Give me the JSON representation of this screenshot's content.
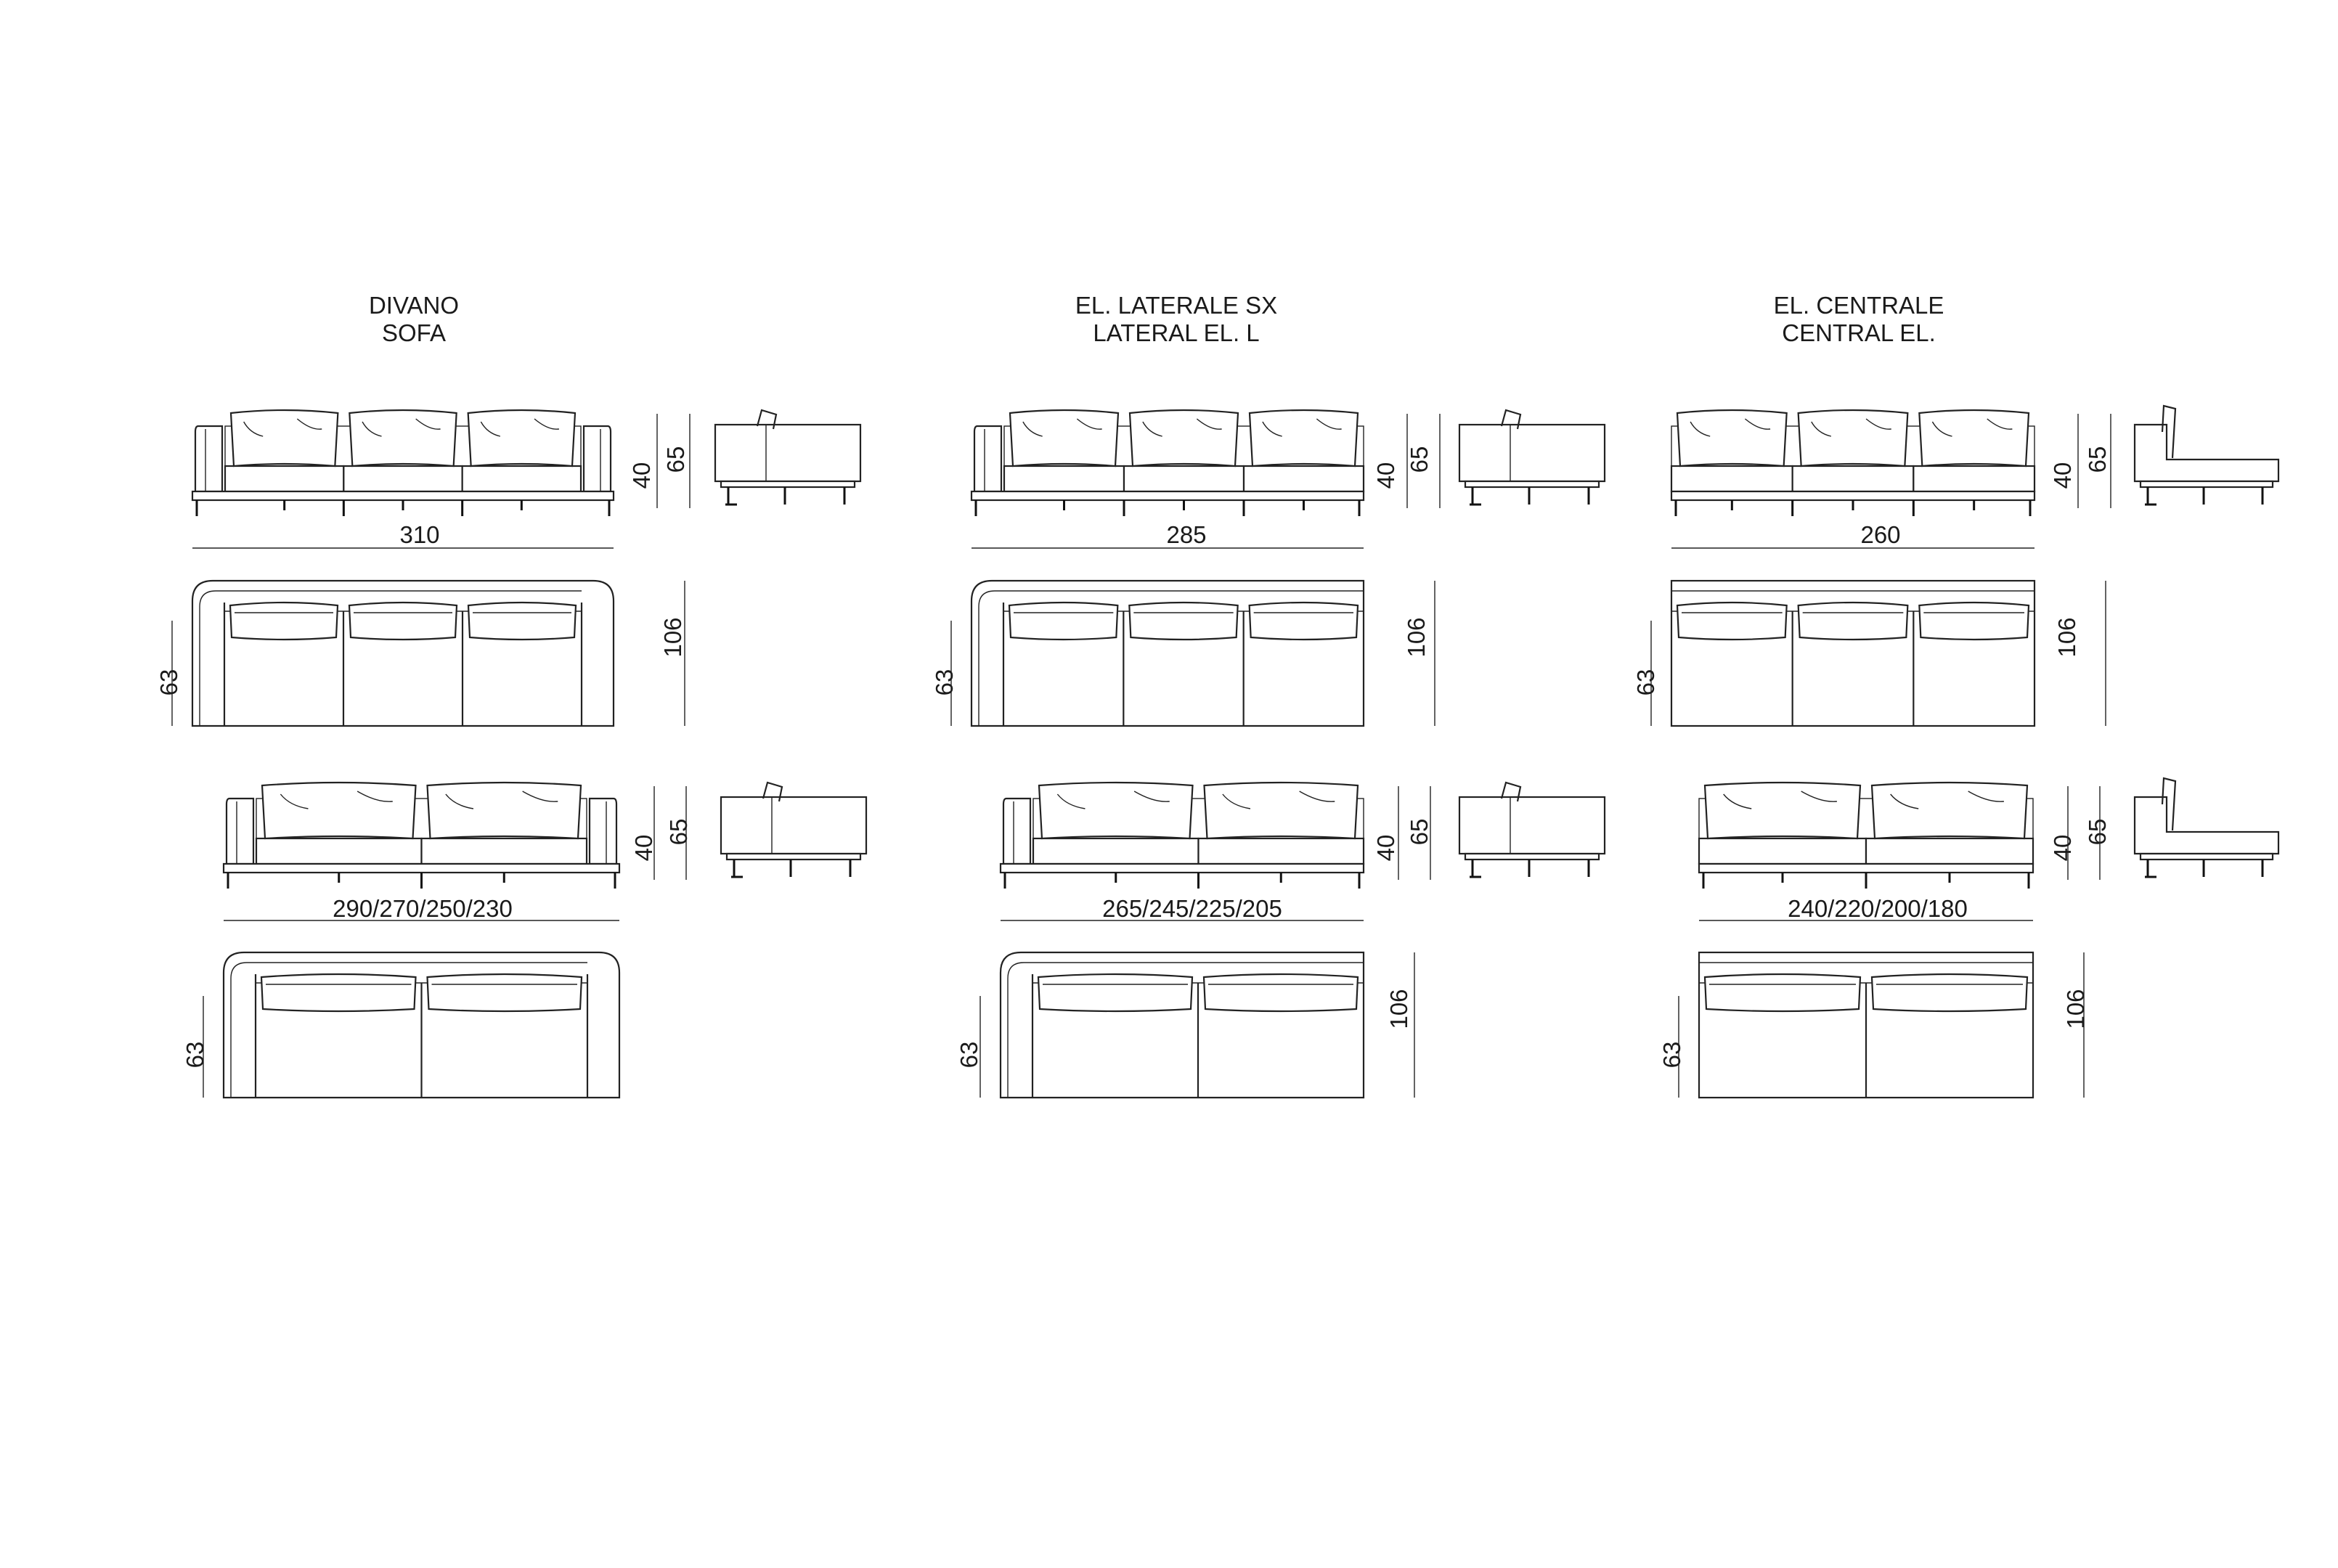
{
  "columns": [
    {
      "title_it": "DIVANO",
      "title_en": "SOFA",
      "type": "sofa",
      "width_full": "310",
      "width_short": "290/270/250/230",
      "seat_height": "40",
      "total_height": "65",
      "depth_total": "106",
      "seat_depth": "63"
    },
    {
      "title_it": "EL. LATERALE SX",
      "title_en": "LATERAL EL. L",
      "type": "lateral",
      "width_full": "285",
      "width_short": "265/245/225/205",
      "seat_height": "40",
      "total_height": "65",
      "depth_total": "106",
      "seat_depth": "63"
    },
    {
      "title_it": "EL. CENTRALE",
      "title_en": "CENTRAL EL.",
      "type": "central",
      "width_full": "260",
      "width_short": "240/220/200/180",
      "seat_height": "40",
      "total_height": "65",
      "depth_total": "106",
      "seat_depth": "63"
    }
  ]
}
